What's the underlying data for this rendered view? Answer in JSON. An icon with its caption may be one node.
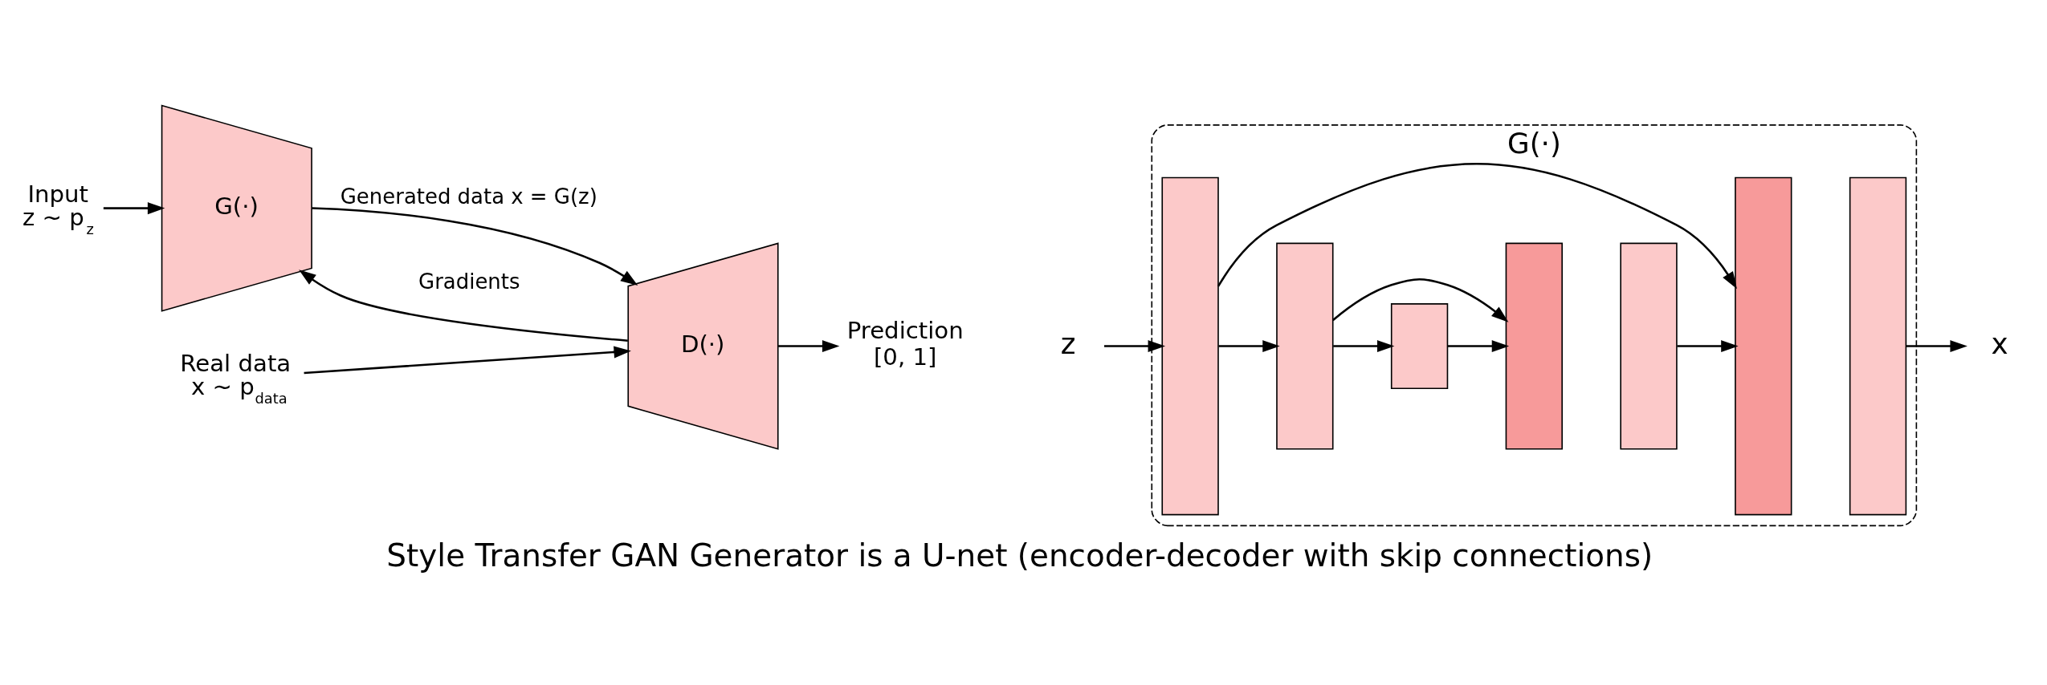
{
  "diagram": {
    "caption": "Style Transfer GAN Generator is a U-net (encoder-decoder with skip connections)",
    "nodes": [
      {
        "text": [
          "Input",
          "z ∼ p$_{z}$"
        ]
      },
      {
        "text": [
          "G(·)"
        ]
      },
      {
        "text": [
          "D(·)"
        ]
      },
      {
        "text": [
          "Prediction",
          "[0, 1]"
        ]
      },
      {
        "text": [
          "Real data",
          "x ∼ p$_{data}$"
        ]
      },
      {
        "text": [
          "G(·)"
        ]
      },
      {
        "text": [
          "z"
        ]
      },
      {
        "text": [],
        "shape": "box",
        "in": 5
      },
      {
        "text": [],
        "shape": "box",
        "in": 5
      },
      {
        "text": [],
        "shape": "box",
        "in": 5
      },
      {
        "text": [],
        "shape": "box",
        "in": 5
      },
      {
        "text": [],
        "shape": "box",
        "in": 5
      },
      {
        "text": [],
        "shape": "box",
        "in": 5
      },
      {
        "text": [],
        "shape": "box",
        "in": 5
      },
      {
        "text": [
          "x"
        ]
      }
    ],
    "edges": [
      {
        "from": 0,
        "to": 1,
        "arrow": "to"
      },
      {
        "from": 1,
        "to": 2,
        "arrow": "to",
        "label": "Generated data x = G(z)"
      },
      {
        "from": 2,
        "to": 1,
        "arrow": "to",
        "label": "Gradients"
      },
      {
        "from": 2,
        "to": 3,
        "arrow": "to"
      },
      {
        "from": 4,
        "to": 2,
        "arrow": "to"
      },
      {
        "from": 6,
        "to": 7,
        "arrow": "to"
      },
      {
        "from": 7,
        "to": 8,
        "arrow": "to"
      },
      {
        "from": 8,
        "to": 9,
        "arrow": "to"
      },
      {
        "from": 9,
        "to": 10,
        "arrow": "to"
      },
      {
        "from": 11,
        "to": 12,
        "arrow": "to"
      },
      {
        "from": 13,
        "to": 14,
        "arrow": "to"
      },
      {
        "from": 8,
        "to": 10,
        "arrow": "to"
      },
      {
        "from": 7,
        "to": 12,
        "arrow": "to"
      }
    ]
  }
}
